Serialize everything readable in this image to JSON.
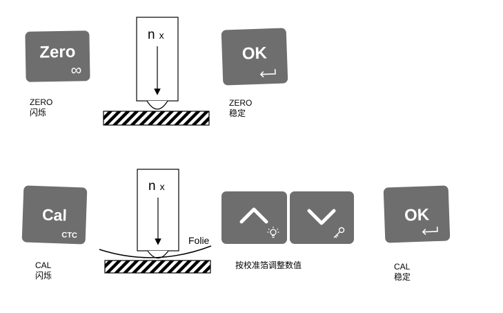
{
  "colors": {
    "key_bg": "#6e6e6e",
    "key_text": "#ffffff",
    "ink": "#000000"
  },
  "zero_row": {
    "zero_key": {
      "label": "Zero",
      "sub_icon": "infinity-icon",
      "sub_glyph": "∞"
    },
    "zero_caption": {
      "line1": "ZERO",
      "line2": "闪烁"
    },
    "probe": {
      "main": "n",
      "sub": "x"
    },
    "ok_key": {
      "label": "OK",
      "sub_icon": "return-arrow-icon"
    },
    "ok_caption": {
      "line1": "ZERO",
      "line2": "稳定"
    }
  },
  "cal_row": {
    "cal_key": {
      "label": "Cal",
      "sub_label": "CTC"
    },
    "cal_caption": {
      "line1": "CAL",
      "line2": "闪烁"
    },
    "probe": {
      "main": "n",
      "sub": "x"
    },
    "foil_label": "Folie",
    "up_key": {
      "icon": "chevron-up-icon",
      "sub_icon": "lightbulb-icon"
    },
    "down_key": {
      "icon": "chevron-down-icon",
      "sub_icon": "key-icon"
    },
    "adjust_caption": "按校准箔调整数值",
    "ok_key": {
      "label": "OK",
      "sub_icon": "return-arrow-icon"
    },
    "ok_caption": {
      "line1": "CAL",
      "line2": "稳定"
    }
  }
}
